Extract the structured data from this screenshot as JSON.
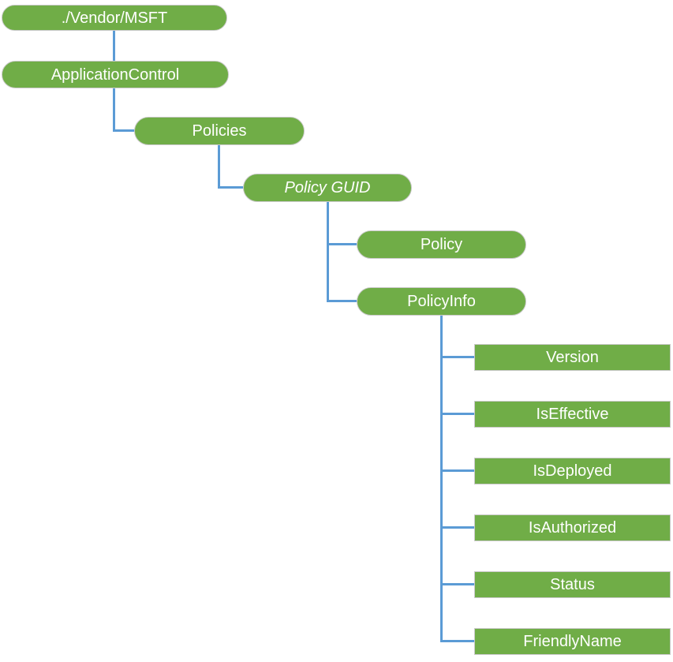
{
  "diagram": {
    "description": "ApplicationControl CSP tree diagram",
    "colors": {
      "node_fill": "#70AD47",
      "node_border": "#C9C9C9",
      "connector": "#5B9BD5",
      "text": "#FFFFFF",
      "bg": "#FFFFFF"
    }
  },
  "nodes": [
    {
      "id": "vendor-msft",
      "label": "./Vendor/MSFT",
      "shape": "pill",
      "parent": null
    },
    {
      "id": "application-control",
      "label": "ApplicationControl",
      "shape": "pill",
      "parent": "./Vendor/MSFT"
    },
    {
      "id": "policies",
      "label": "Policies",
      "shape": "pill",
      "parent": "ApplicationControl"
    },
    {
      "id": "policy-guid",
      "label": "Policy GUID",
      "shape": "pill",
      "style": "italic",
      "parent": "Policies"
    },
    {
      "id": "policy",
      "label": "Policy",
      "shape": "pill",
      "parent": "Policy GUID"
    },
    {
      "id": "policy-info",
      "label": "PolicyInfo",
      "shape": "pill",
      "parent": "Policy GUID"
    },
    {
      "id": "version",
      "label": "Version",
      "shape": "rect",
      "parent": "PolicyInfo"
    },
    {
      "id": "is-effective",
      "label": "IsEffective",
      "shape": "rect",
      "parent": "PolicyInfo"
    },
    {
      "id": "is-deployed",
      "label": "IsDeployed",
      "shape": "rect",
      "parent": "PolicyInfo"
    },
    {
      "id": "is-authorized",
      "label": "IsAuthorized",
      "shape": "rect",
      "parent": "PolicyInfo"
    },
    {
      "id": "status",
      "label": "Status",
      "shape": "rect",
      "parent": "PolicyInfo"
    },
    {
      "id": "friendly-name",
      "label": "FriendlyName",
      "shape": "rect",
      "parent": "PolicyInfo"
    }
  ]
}
